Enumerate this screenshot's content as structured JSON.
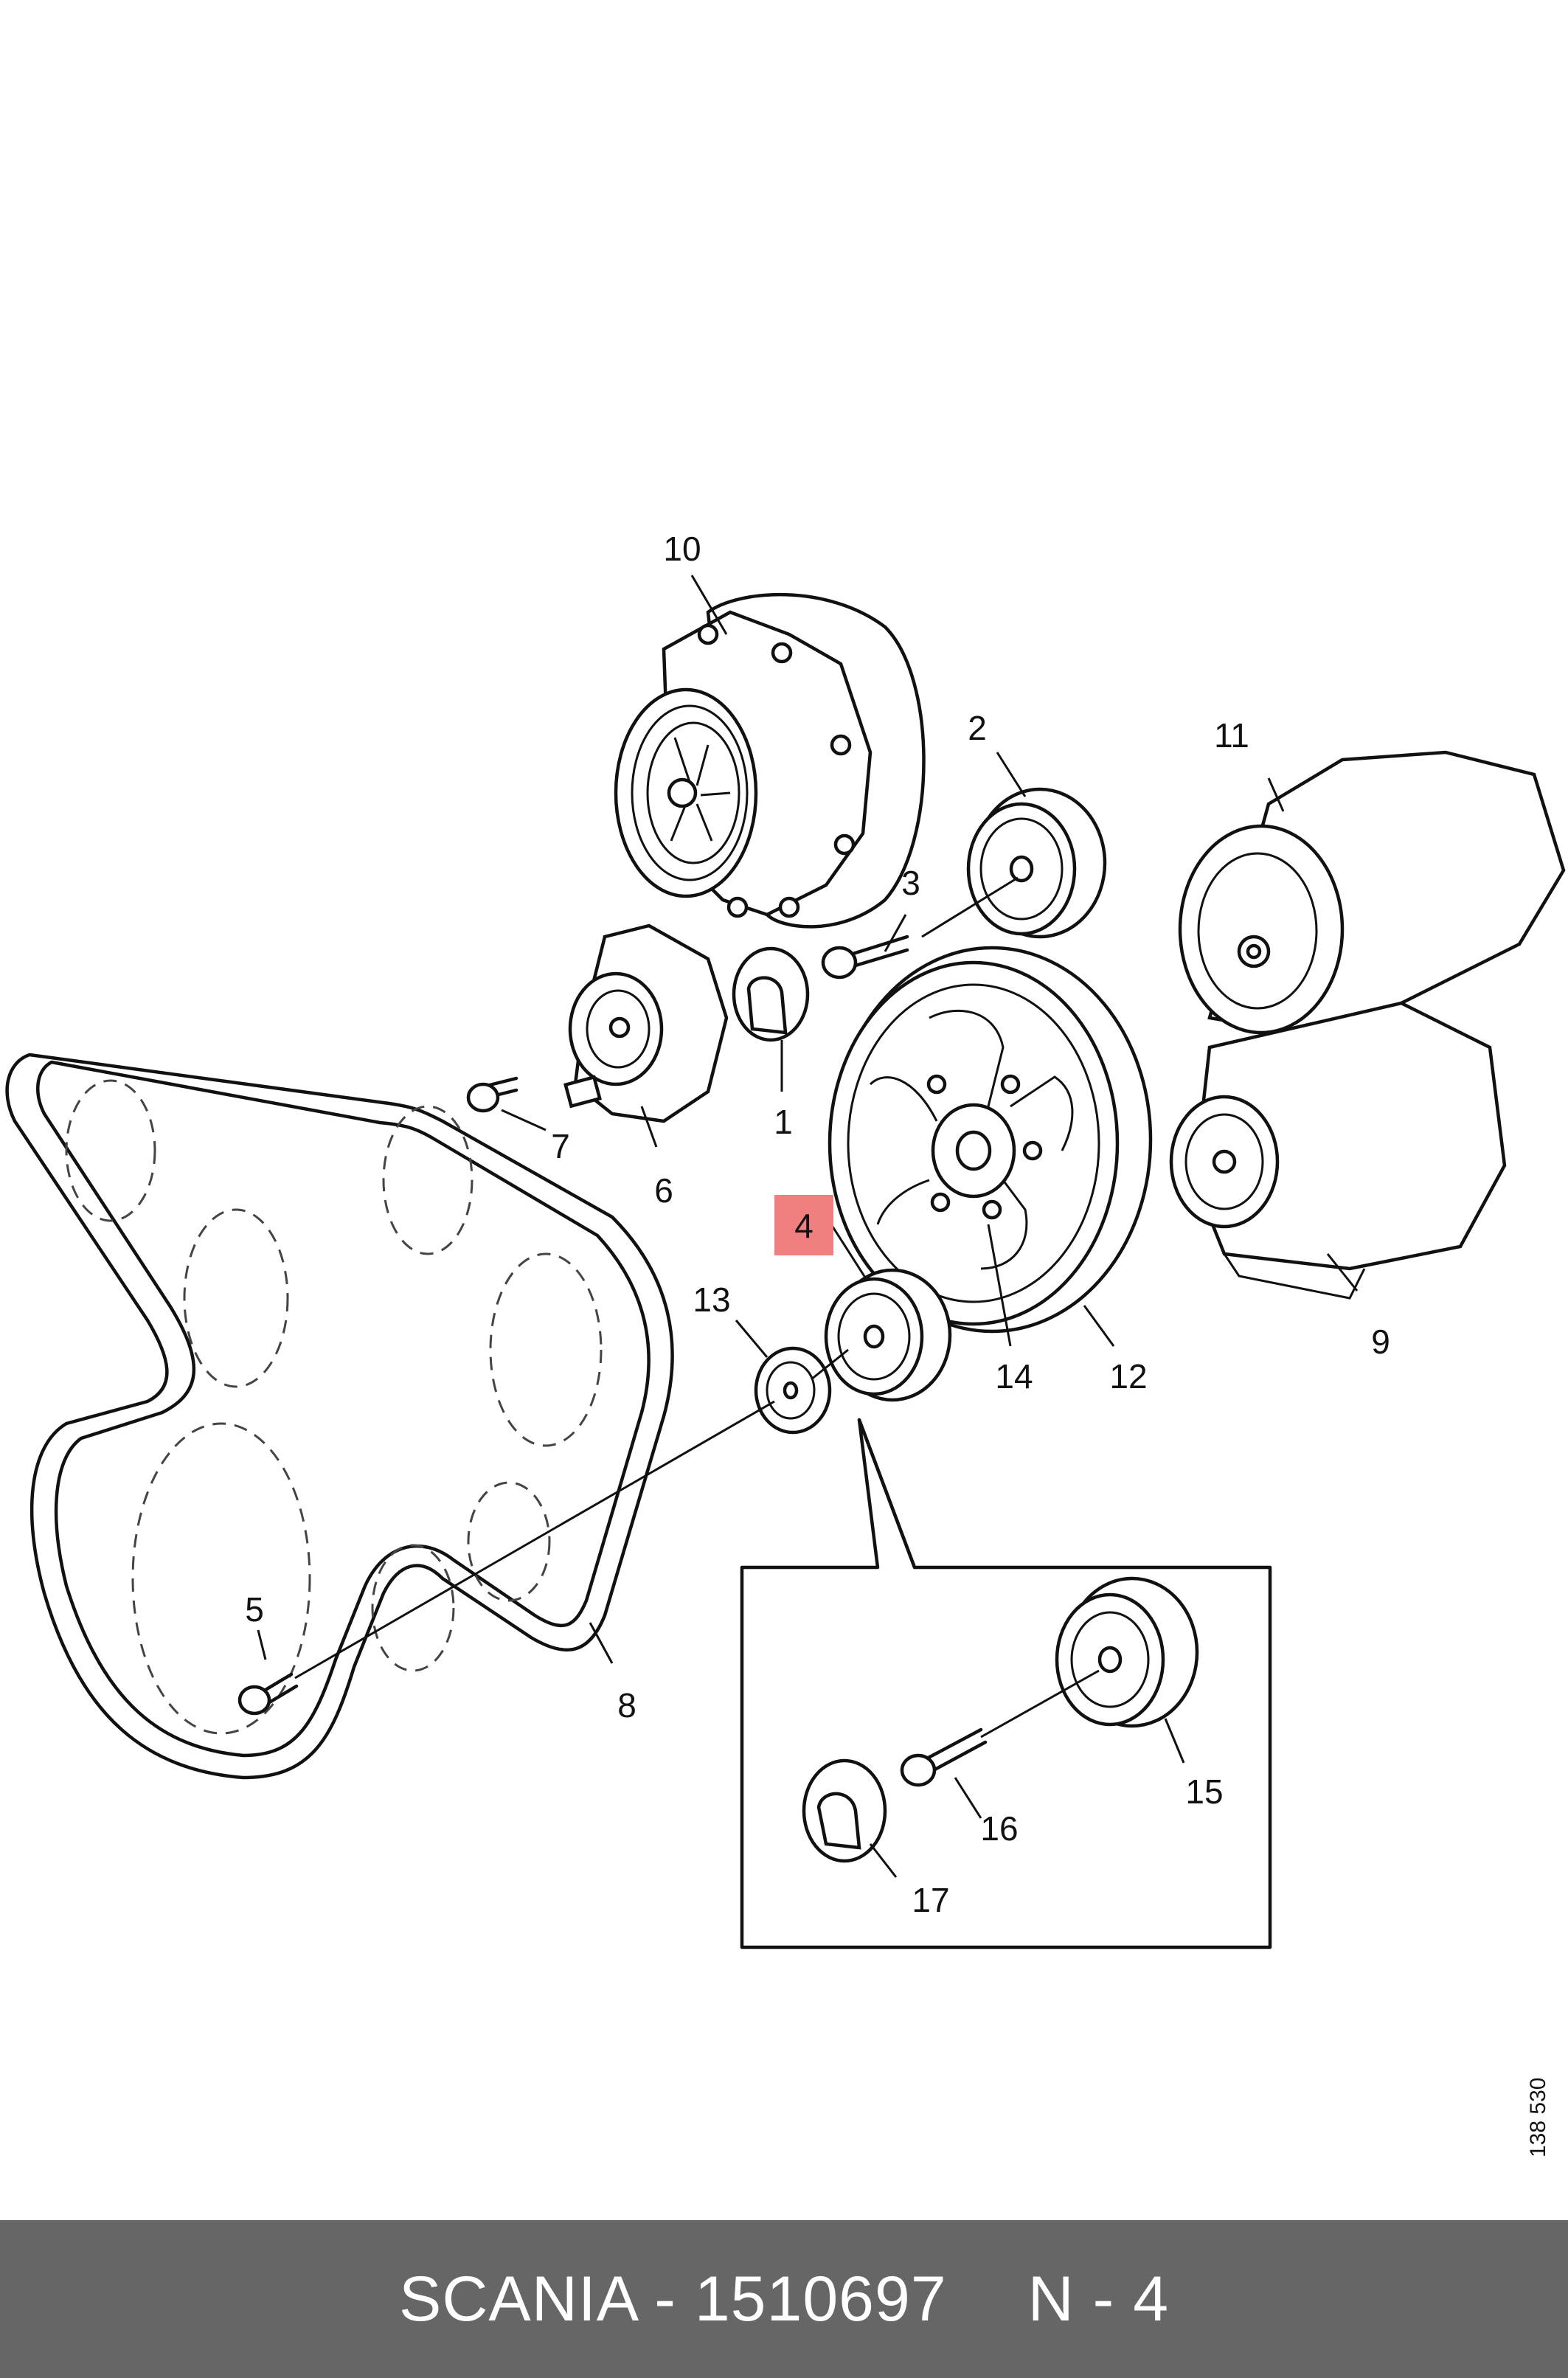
{
  "callouts": {
    "c1": "1",
    "c2": "2",
    "c3": "3",
    "c4": "4",
    "c5": "5",
    "c6": "6",
    "c7": "7",
    "c8": "8",
    "c9": "9",
    "c10": "10",
    "c11": "11",
    "c12": "12",
    "c13": "13",
    "c14": "14",
    "c15": "15",
    "c16": "16",
    "c17": "17"
  },
  "highlight": {
    "callout": "4",
    "color": "#f08080"
  },
  "drawing_code": "138 530",
  "footer": {
    "brand_part": "SCANIA - 1510697",
    "position": "N - 4",
    "background": "#666666"
  }
}
